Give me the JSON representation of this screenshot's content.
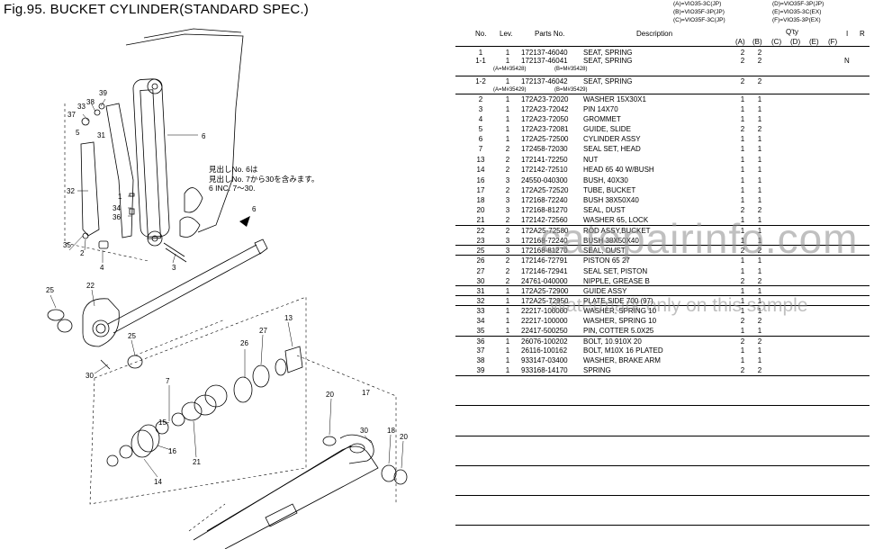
{
  "figure": {
    "title": "Fig.95.  BUCKET CYLINDER(STANDARD SPEC.)",
    "note": [
      "見出しNo. 6は",
      "見出しNo. 7から30を含みます。",
      "6  INC. 7～30."
    ],
    "callouts": [
      "37",
      "33",
      "38",
      "39",
      "5",
      "31",
      "6",
      "32",
      "1",
      "34",
      "36",
      "35",
      "2",
      "4",
      "3",
      "6",
      "25",
      "22",
      "13",
      "27",
      "26",
      "25",
      "30",
      "7",
      "21",
      "16",
      "15",
      "14",
      "17",
      "20",
      "30",
      "18",
      "20"
    ]
  },
  "models": {
    "A": "(A)=VIO35-3C(JP)",
    "B": "(B)=VIO35F-3P(JP)",
    "C": "(C)=VIO35F-3C(JP)",
    "D": "(D)=VIO35F-3P(JP)",
    "E": "(E)=VIO35-3C(EX)",
    "F": "(F)=VIO35-3P(EX)"
  },
  "table": {
    "headers": {
      "no": "No.",
      "lev": "Lev.",
      "pn": "Parts No.",
      "desc": "Description",
      "qty": "Q'ty",
      "i": "I",
      "r": "R"
    },
    "qty_cols": [
      "(A)",
      "(B)",
      "(C)",
      "(D)",
      "(E)",
      "(F)"
    ],
    "rows": [
      {
        "no": "1",
        "lev": "1",
        "pn": "172137-46040",
        "desc": "SEAT, SPRING",
        "qa": "2",
        "qb": "2",
        "n": ""
      },
      {
        "no": "1-1",
        "lev": "1",
        "pn": "172137-46041",
        "desc": "SEAT, SPRING",
        "qa": "2",
        "qb": "2",
        "n": "N"
      },
      {
        "no": "1-2",
        "lev": "1",
        "pn": "172137-46042",
        "desc": "SEAT, SPRING",
        "qa": "2",
        "qb": "2",
        "n": ""
      },
      {
        "no": "2",
        "lev": "1",
        "pn": "172A23-72020",
        "desc": "WASHER 15X30X1",
        "qa": "1",
        "qb": "1",
        "n": ""
      },
      {
        "no": "3",
        "lev": "1",
        "pn": "172A23-72042",
        "desc": "PIN 14X70",
        "qa": "1",
        "qb": "1",
        "n": ""
      },
      {
        "no": "4",
        "lev": "1",
        "pn": "172A23-72050",
        "desc": "GROMMET",
        "qa": "1",
        "qb": "1",
        "n": ""
      },
      {
        "no": "5",
        "lev": "1",
        "pn": "172A23-72081",
        "desc": "GUIDE, SLIDE",
        "qa": "2",
        "qb": "2",
        "n": ""
      },
      {
        "no": "6",
        "lev": "1",
        "pn": "172A25-72500",
        "desc": "CYLINDER ASSY",
        "qa": "1",
        "qb": "1",
        "n": ""
      },
      {
        "no": "7",
        "lev": "2",
        "pn": "172458-72030",
        "desc": "SEAL SET, HEAD",
        "qa": "1",
        "qb": "1",
        "n": ""
      },
      {
        "no": "13",
        "lev": "2",
        "pn": "172141-72250",
        "desc": "NUT",
        "qa": "1",
        "qb": "1",
        "n": ""
      },
      {
        "no": "14",
        "lev": "2",
        "pn": "172142-72510",
        "desc": "HEAD 65 40 W/BUSH",
        "qa": "1",
        "qb": "1",
        "n": ""
      },
      {
        "no": "16",
        "lev": "3",
        "pn": "24550-040300",
        "desc": "BUSH, 40X30",
        "qa": "1",
        "qb": "1",
        "n": ""
      },
      {
        "no": "17",
        "lev": "2",
        "pn": "172A25-72520",
        "desc": "TUBE, BUCKET",
        "qa": "1",
        "qb": "1",
        "n": ""
      },
      {
        "no": "18",
        "lev": "3",
        "pn": "172168-72240",
        "desc": "BUSH 38X50X40",
        "qa": "1",
        "qb": "1",
        "n": ""
      },
      {
        "no": "20",
        "lev": "3",
        "pn": "172168-81270",
        "desc": "SEAL, DUST",
        "qa": "2",
        "qb": "2",
        "n": ""
      },
      {
        "no": "21",
        "lev": "2",
        "pn": "172142-72560",
        "desc": "WASHER 65, LOCK",
        "qa": "1",
        "qb": "1",
        "n": ""
      },
      {
        "no": "22",
        "lev": "2",
        "pn": "172A25-72580",
        "desc": "ROD ASSY,BUCKET",
        "qa": "1",
        "qb": "1",
        "n": ""
      },
      {
        "no": "23",
        "lev": "3",
        "pn": "172168-72240",
        "desc": "BUSH 38X50X40",
        "qa": "1",
        "qb": "1",
        "n": ""
      },
      {
        "no": "25",
        "lev": "3",
        "pn": "172168-81270",
        "desc": "SEAL, DUST",
        "qa": "2",
        "qb": "2",
        "n": ""
      },
      {
        "no": "26",
        "lev": "2",
        "pn": "172146-72791",
        "desc": "PISTON 65 27",
        "qa": "1",
        "qb": "1",
        "n": ""
      },
      {
        "no": "27",
        "lev": "2",
        "pn": "172146-72941",
        "desc": "SEAL SET, PISTON",
        "qa": "1",
        "qb": "1",
        "n": ""
      },
      {
        "no": "30",
        "lev": "2",
        "pn": "24761-040000",
        "desc": "NIPPLE, GREASE B",
        "qa": "2",
        "qb": "2",
        "n": ""
      },
      {
        "no": "31",
        "lev": "1",
        "pn": "172A25-72900",
        "desc": "GUIDE ASSY",
        "qa": "1",
        "qb": "1",
        "n": ""
      },
      {
        "no": "32",
        "lev": "1",
        "pn": "172A25-72950",
        "desc": "PLATE,SIDE 700  (97)",
        "qa": "1",
        "qb": "1",
        "n": ""
      },
      {
        "no": "33",
        "lev": "1",
        "pn": "22217-100000",
        "desc": "WASHER, SPRING 10",
        "qa": "1",
        "qb": "1",
        "n": ""
      },
      {
        "no": "34",
        "lev": "1",
        "pn": "22217-100000",
        "desc": "WASHER, SPRING 10",
        "qa": "2",
        "qb": "2",
        "n": ""
      },
      {
        "no": "35",
        "lev": "1",
        "pn": "22417-500250",
        "desc": "PIN, COTTER 5.0X25",
        "qa": "1",
        "qb": "1",
        "n": ""
      },
      {
        "no": "36",
        "lev": "1",
        "pn": "26076-100202",
        "desc": "BOLT, 10.910X 20",
        "qa": "2",
        "qb": "2",
        "n": ""
      },
      {
        "no": "37",
        "lev": "1",
        "pn": "26116-100162",
        "desc": "BOLT, M10X 16 PLATED",
        "qa": "1",
        "qb": "1",
        "n": ""
      },
      {
        "no": "38",
        "lev": "1",
        "pn": "933147-03400",
        "desc": "WASHER, BRAKE ARM",
        "qa": "1",
        "qb": "1",
        "n": ""
      },
      {
        "no": "39",
        "lev": "1",
        "pn": "933168-14170",
        "desc": "SPRING",
        "qa": "2",
        "qb": "2",
        "n": ""
      }
    ],
    "serials": [
      {
        "a": "(A=M#35428)",
        "b": "(B=M#35428)"
      },
      {
        "a": "(A=M#35429)",
        "b": "(B=M#35429)"
      }
    ]
  },
  "watermark": {
    "main": "catepairinfo.com",
    "sub": "Watermark only on this sample"
  }
}
